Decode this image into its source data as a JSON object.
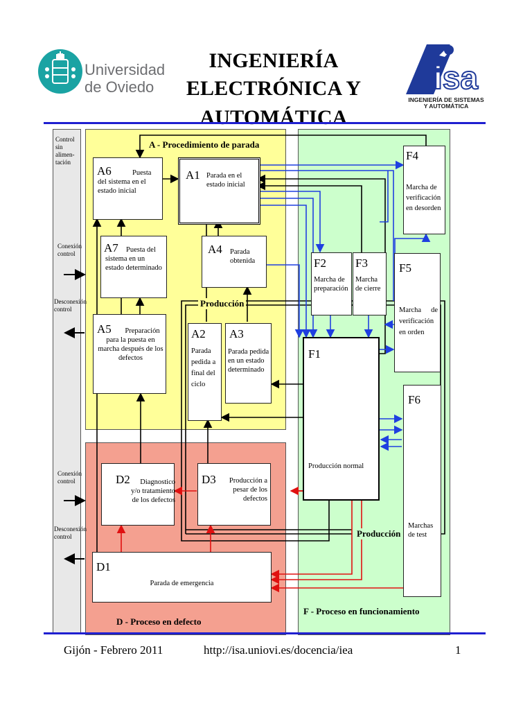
{
  "header": {
    "title": "INGENIERÍA ELECTRÓNICA Y AUTOMÁTICA",
    "title_line1": "INGENIERÍA ELECTRÓNICA Y",
    "title_line2": "AUTOMÁTICA",
    "left_logo": {
      "name_line1": "Universidad",
      "name_line2": "de Oviedo",
      "color": "#1aa3a3"
    },
    "right_logo": {
      "mark": "isa",
      "sub_line1": "INGENIERÍA DE SISTEMAS",
      "sub_line2": "Y AUTOMÁTICA",
      "color": "#1f3a9a"
    }
  },
  "colors": {
    "accent": "#1f1fd0",
    "zone_a": "#ffff99",
    "zone_d": "#f4a090",
    "zone_f": "#ccffcc",
    "zone_side": "#e8e8e8",
    "red": "#e01010",
    "blue": "#1f3fe0"
  },
  "side": {
    "control_sin": "Control sin alimen- tación",
    "control_sin_lines": [
      "Control",
      "sin",
      "alimen-",
      "tación"
    ],
    "conexion1": [
      "Conexión",
      "control"
    ],
    "desconexion1": [
      "Desconexión",
      "control"
    ],
    "conexion2": [
      "Conexión",
      "control"
    ],
    "desconexion2": [
      "Desconexión",
      "control"
    ]
  },
  "zones": {
    "a": "A - Procedimiento de parada",
    "d": "D - Proceso en defecto",
    "f": "F - Proceso en funcionamiento"
  },
  "produccion_labels": [
    "Producción",
    "Producción"
  ],
  "boxes": {
    "a1": {
      "code": "A1",
      "text": "Parada en el estado inicial"
    },
    "a2": {
      "code": "A2",
      "text": "Parada pedida a final del ciclo"
    },
    "a3": {
      "code": "A3",
      "text": "Parada pedida en un estado determinado"
    },
    "a4": {
      "code": "A4",
      "text": "Parada obtenida"
    },
    "a5": {
      "code": "A5",
      "text": "Preparación para la puesta en marcha después de los defectos"
    },
    "a6": {
      "code": "A6",
      "text": "Puesta del sistema en el estado inicial"
    },
    "a7": {
      "code": "A7",
      "text": "Puesta del sistema en un estado determinado"
    },
    "d1": {
      "code": "D1",
      "text": "Parada de emergencia"
    },
    "d2": {
      "code": "D2",
      "text": "Diagnostico y/o tratamiento de los defectos"
    },
    "d3": {
      "code": "D3",
      "text": "Producción a pesar de los defectos"
    },
    "f1": {
      "code": "F1",
      "text": "Producción normal"
    },
    "f2": {
      "code": "F2",
      "text": "Marcha de preparación"
    },
    "f3": {
      "code": "F3",
      "text": "Marcha de cierre"
    },
    "f4": {
      "code": "F4",
      "text": "Marcha de verificación en desorden"
    },
    "f5": {
      "code": "F5",
      "text": "Marcha de verificación en orden"
    },
    "f6": {
      "code": "F6",
      "text": "Marchas de test"
    }
  },
  "footer": {
    "left": "Gijón - Febrero 2011",
    "center": "http://isa.uniovi.es/docencia/iea",
    "page": "1"
  }
}
